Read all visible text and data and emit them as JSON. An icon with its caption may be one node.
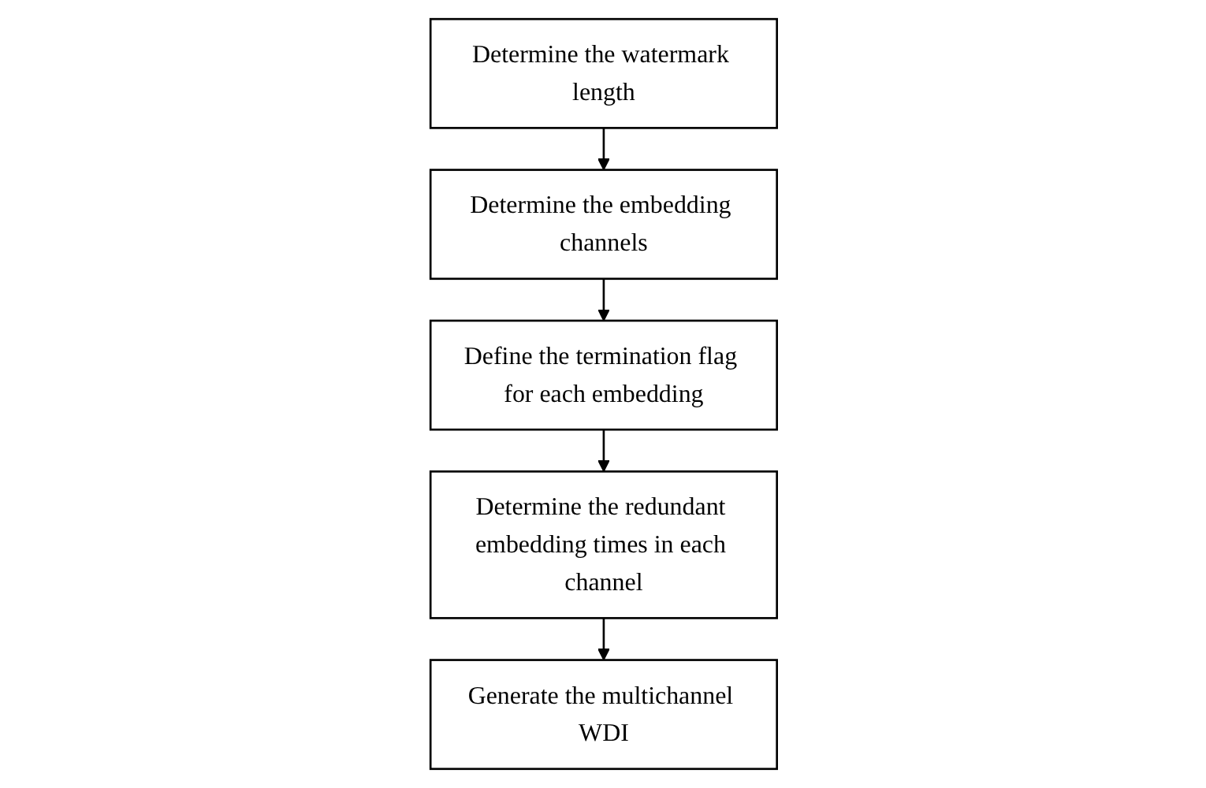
{
  "diagram": {
    "nodes": [
      {
        "text": [
          "Determine the watermark length"
        ]
      },
      {
        "text": [
          "Determine the embedding channels"
        ]
      },
      {
        "text": [
          "Define the termination flag for each embedding"
        ]
      },
      {
        "text": [
          "Determine the redundant embedding times in each channel"
        ]
      },
      {
        "text": [
          "Generate the multichannel WDI"
        ]
      }
    ],
    "edges": [
      {
        "from": 0,
        "to": 1,
        "arrow": "to"
      },
      {
        "from": 1,
        "to": 2,
        "arrow": "to"
      },
      {
        "from": 2,
        "to": 3,
        "arrow": "to"
      },
      {
        "from": 3,
        "to": 4,
        "arrow": "to"
      }
    ]
  }
}
